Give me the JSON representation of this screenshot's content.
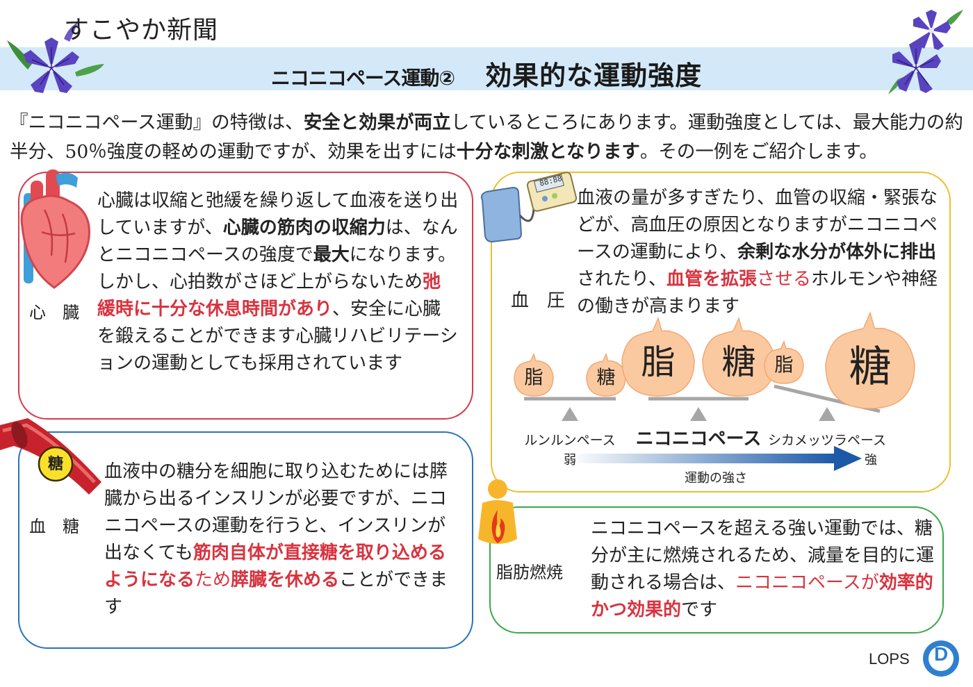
{
  "header": {
    "paper_name": "すこやか新聞",
    "series_title": "ニコニコペース運動②",
    "main_title": "効果的な運動強度"
  },
  "intro": {
    "p1": "『ニコニコペース運動』の特徴は、",
    "b1": "安全と効果が両立",
    "p2": "しているところにあります。運動強度としては、最大能力の約半分、50％強度の軽めの運動ですが、効果を出すには",
    "b2": "十分な刺激となります",
    "p3": "。その一例をご紹介します。"
  },
  "heart": {
    "label": "心　臓",
    "t1": "心臓は収縮と弛緩を繰り返して血液を送り出していますが、",
    "b1": "心臓の筋肉の収縮力",
    "t2": "は、なんとニコニコペースの強度で",
    "b2": "最大",
    "t3": "になります。 しかし、心拍数がさほど上がらないため",
    "r1": "弛緩時に十分な休息時間があり",
    "t4": "、安全に心臓を鍛えることができます心臓リハビリテーションの運動としても採用されています"
  },
  "sugar": {
    "label": "血　糖",
    "badge": "糖",
    "t1": "血液中の糖分を細胞に取り込むためには膵臓から出るインスリンが必要ですが、ニコニコペースの運動を行うと、インスリンが出なくても",
    "r1": "筋肉自体が直接糖を取り込めるようになる",
    "r2": "ため",
    "r3": "膵臓を休める",
    "t2": "ことができます"
  },
  "bp": {
    "label": "血　圧",
    "monitor_display": "88:88",
    "t1": "血液の量が多すぎたり、血管の収縮・緊張などが、高血圧の原因となりますがニコニコペースの運動により、",
    "b1": "余剰な水分が体外に排出",
    "t2": "されたり、",
    "r1": "血管を拡張",
    "r2": "させる",
    "t3": "ホルモンや神経の働きが高まります"
  },
  "chart_data": {
    "type": "table",
    "fuel_left": "脂",
    "fuel_right": "糖",
    "columns": [
      {
        "name": "ルンルンペース",
        "fat_level": 1,
        "sugar_level": 1
      },
      {
        "name": "ニコニコペース",
        "fat_level": 3,
        "sugar_level": 3
      },
      {
        "name": "シカメッツラペース",
        "fat_level": 1,
        "sugar_level": 4
      }
    ],
    "arrow_low": "弱",
    "arrow_high": "強",
    "arrow_label": "運動の強さ",
    "flame_color": "#fbc9a0",
    "beam_color": "#a6a6a6",
    "arrow_color": "#1c5aa8"
  },
  "fat": {
    "label": "脂肪燃焼",
    "t1": "ニコニコペースを超える強い運動では、糖分が主に燃焼されるため、減量を目的に運動される場合は、",
    "r1": "ニコニコペースが",
    "r2": "効率的かつ効果的",
    "t2": "です"
  },
  "footer": {
    "brand": "LOPS",
    "logo_letter": "D"
  },
  "colors": {
    "banner": "#d3e9f9",
    "heart_border": "#d83a4a",
    "sugar_border": "#2a74b4",
    "bp_border": "#f0be2e",
    "fat_border": "#3aa84a",
    "emphasis_red": "#d8333f"
  }
}
